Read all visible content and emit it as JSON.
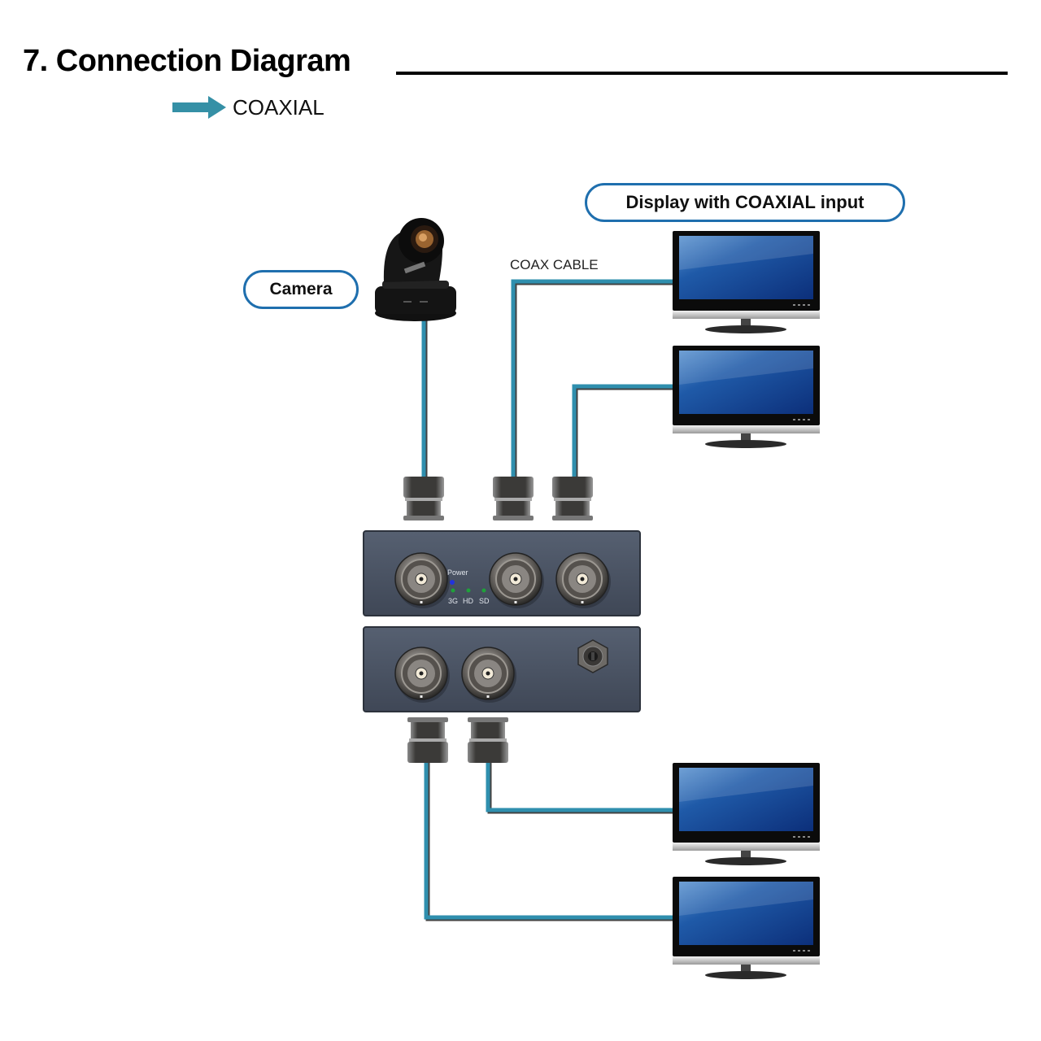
{
  "header": {
    "title": "7. Connection Diagram"
  },
  "legend": {
    "icon": "arrow-right-icon",
    "label": "COAXIAL",
    "color": "#3590a6"
  },
  "labels": {
    "camera": "Camera",
    "display": "Display with COAXIAL input",
    "cable": "COAX CABLE"
  },
  "device": {
    "front_panel": {
      "indicators": [
        {
          "label": "Power",
          "color": "#2233dd"
        },
        {
          "label": "3G",
          "color": "#1fa13a"
        },
        {
          "label": "HD",
          "color": "#1fa13a"
        },
        {
          "label": "SD",
          "color": "#1fa13a"
        }
      ],
      "bnc_ports": 3
    },
    "rear_panel": {
      "bnc_ports": 2,
      "power_jack": true
    }
  },
  "colors": {
    "cable": "#2f8fae",
    "pill_border": "#1f6fae",
    "device_body": "#4a5363",
    "screen": "#1f5aa8"
  },
  "displays": [
    {
      "name": "display-1",
      "connected_to": "front-bnc-2"
    },
    {
      "name": "display-2",
      "connected_to": "front-bnc-3"
    },
    {
      "name": "display-3",
      "connected_to": "rear-bnc-2"
    },
    {
      "name": "display-4",
      "connected_to": "rear-bnc-1"
    }
  ]
}
